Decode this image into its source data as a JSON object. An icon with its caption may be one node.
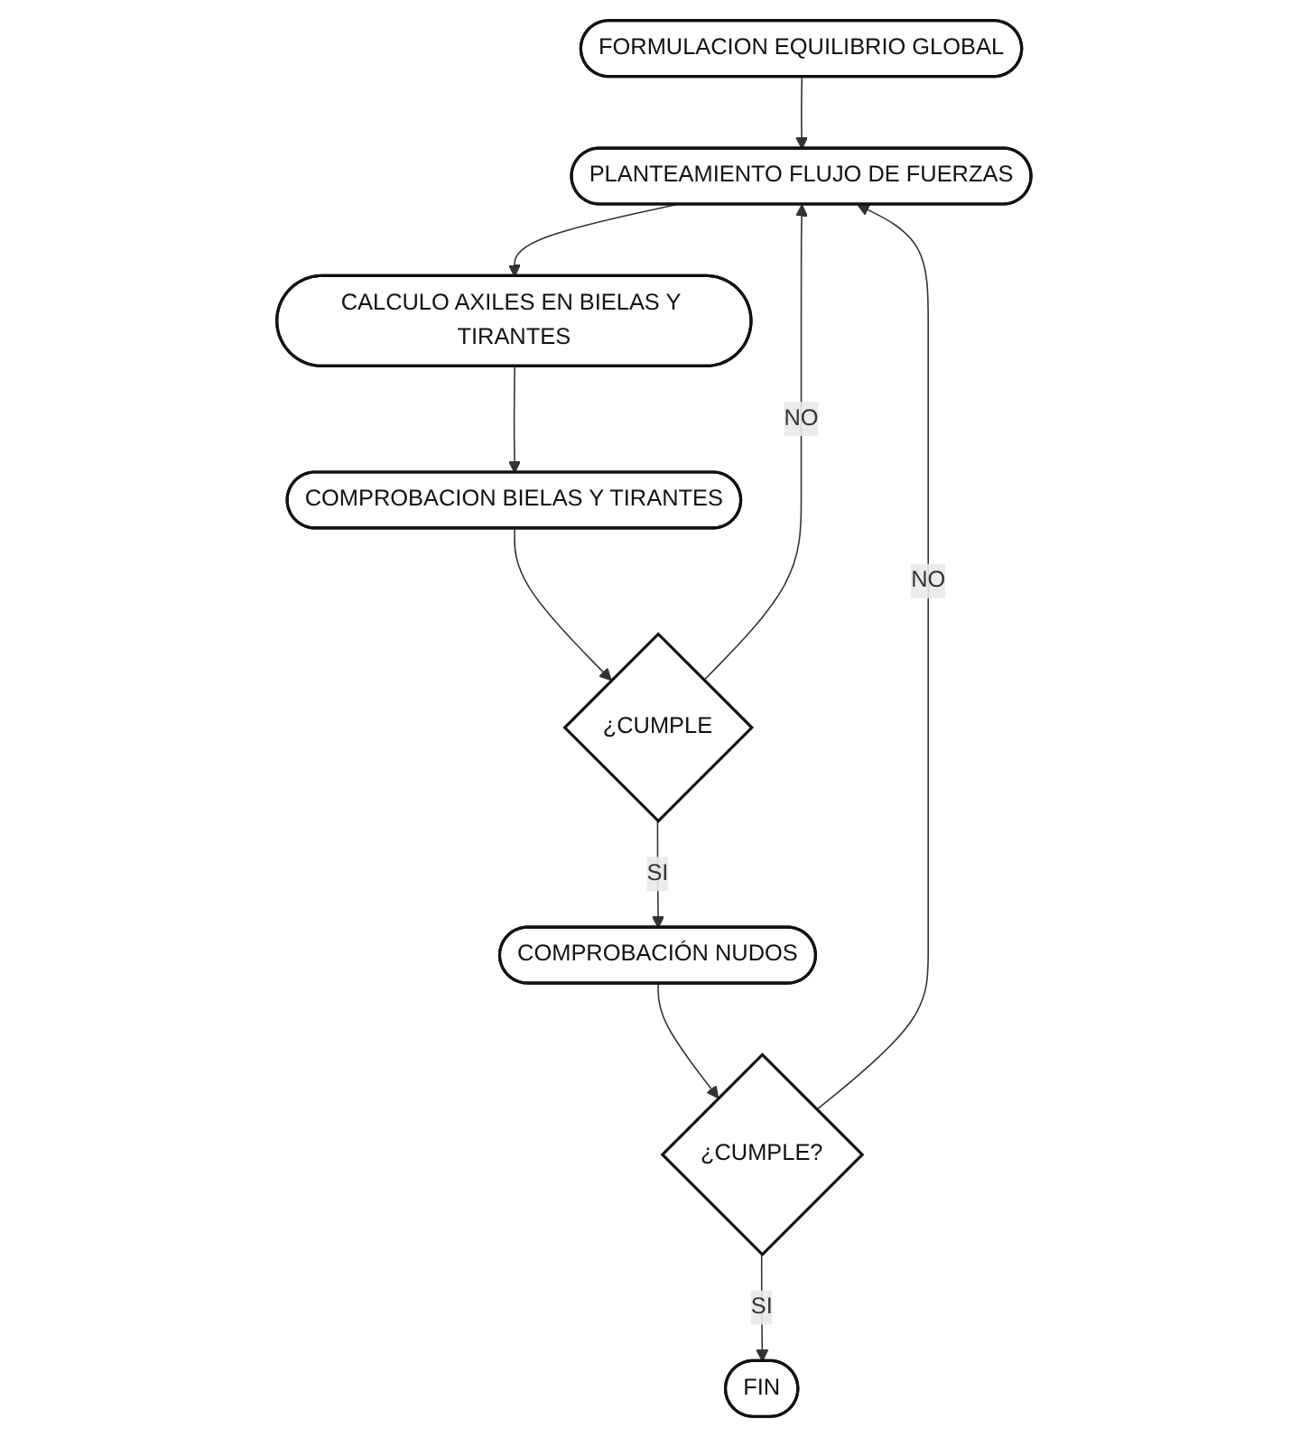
{
  "diagram": {
    "nodes": [
      {
        "text": [
          "FORMULACION EQUILIBRIO GLOBAL"
        ]
      },
      {
        "text": [
          "PLANTEAMIENTO FLUJO DE FUERZAS"
        ]
      },
      {
        "text": [
          "CALCULO AXILES EN BIELAS Y TIRANTES"
        ]
      },
      {
        "text": [
          "COMPROBACION BIELAS Y TIRANTES"
        ]
      },
      {
        "text": [
          "¿CUMPLE"
        ]
      },
      {
        "text": [
          "COMPROBACIÓN NUDOS"
        ]
      },
      {
        "text": [
          "¿CUMPLE?"
        ]
      },
      {
        "text": [
          "FIN"
        ]
      }
    ],
    "edges": [
      {
        "from": 0,
        "to": 1,
        "arrow": "to"
      },
      {
        "from": 1,
        "to": 2,
        "arrow": "to"
      },
      {
        "from": 2,
        "to": 3,
        "arrow": "to"
      },
      {
        "from": 3,
        "to": 4,
        "arrow": "to"
      },
      {
        "from": 4,
        "to": 1,
        "arrow": "to",
        "label": "NO"
      },
      {
        "from": 4,
        "to": 5,
        "arrow": "to",
        "label": "SI"
      },
      {
        "from": 5,
        "to": 6,
        "arrow": "to"
      },
      {
        "from": 6,
        "to": 1,
        "arrow": "to",
        "label": "NO"
      },
      {
        "from": 6,
        "to": 7,
        "arrow": "to",
        "label": "SI"
      }
    ]
  }
}
